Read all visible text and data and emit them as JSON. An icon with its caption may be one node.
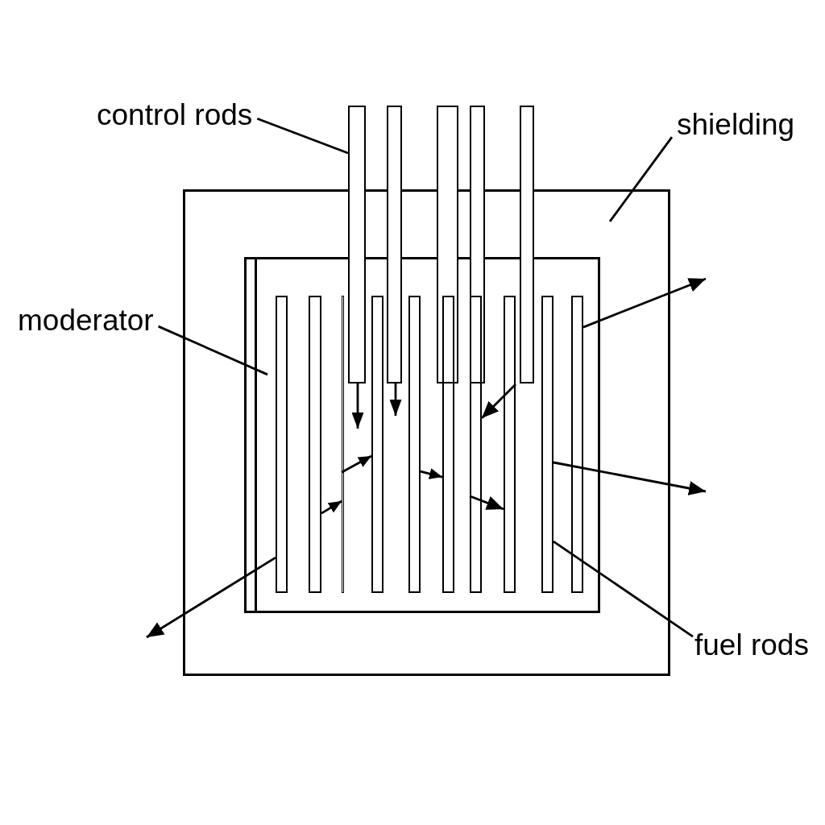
{
  "diagram": {
    "nodes": [
      {
        "text": [
          "control rods"
        ]
      },
      {
        "text": [],
        "shape": "bar"
      },
      {
        "text": [],
        "shape": "bar"
      },
      {
        "text": [],
        "shape": "bar"
      },
      {
        "text": [],
        "shape": "bar"
      },
      {
        "text": [],
        "shape": "bar"
      },
      {
        "text": [
          "shielding"
        ]
      },
      {
        "text": [],
        "shape": "box"
      },
      {
        "text": [],
        "shape": "box",
        "in": 7
      },
      {
        "text": [
          "moderator"
        ]
      },
      {
        "text": [],
        "shape": "bar",
        "in": 8
      },
      {
        "text": [],
        "shape": "bar",
        "in": 8
      },
      {
        "text": [],
        "shape": "bar",
        "in": 8
      },
      {
        "text": [],
        "shape": "bar",
        "in": 8
      },
      {
        "text": [],
        "shape": "bar",
        "in": 8
      },
      {
        "text": [],
        "shape": "bar",
        "in": 8
      },
      {
        "text": [],
        "shape": "bar",
        "in": 8
      },
      {
        "text": [],
        "shape": "bar",
        "in": 8
      },
      {
        "text": [],
        "shape": "bar",
        "in": 8
      },
      {
        "text": [],
        "shape": "bar",
        "in": 8
      },
      {
        "text": [
          "fuel rods"
        ]
      }
    ],
    "edges": [
      {
        "from": 0,
        "to": 1,
        "arrow": "none"
      },
      {
        "from": 6,
        "to": 7,
        "arrow": "none"
      },
      {
        "from": 9,
        "to": 8,
        "arrow": "none"
      },
      {
        "from": 20,
        "to": 18,
        "arrow": "none"
      },
      {
        "from": 1,
        "to": 12,
        "arrow": "to"
      },
      {
        "from": 2,
        "to": 13,
        "arrow": "to"
      },
      {
        "from": 17,
        "to": 16,
        "arrow": "to"
      },
      {
        "from": 12,
        "to": 13,
        "arrow": "to"
      },
      {
        "from": 11,
        "to": 12,
        "arrow": "to"
      },
      {
        "from": 14,
        "to": 15,
        "arrow": "to"
      },
      {
        "from": 16,
        "to": 17,
        "arrow": "to"
      },
      {
        "from": 18,
        "to": null,
        "arrow": "to"
      },
      {
        "from": 19,
        "to": null,
        "arrow": "to"
      },
      {
        "from": 10,
        "to": null,
        "arrow": "to"
      }
    ]
  }
}
